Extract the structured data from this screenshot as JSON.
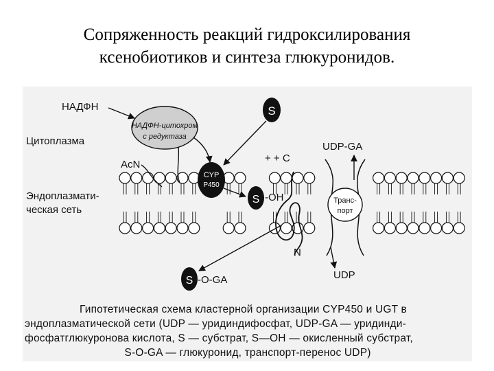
{
  "title": {
    "line1": "Сопряженность реакций гидроксилирования",
    "line2": "ксенобиотиков и синтеза глюкуронидов."
  },
  "diagram": {
    "nadph": "НАДФН",
    "reductase_line1": "НАДФН-цитохром",
    "reductase_line2": "с редуктаза",
    "cytoplasm": "Цитоплазма",
    "er_line1": "Эндоплазмати-",
    "er_line2": "ческая сеть",
    "acn": "AcN",
    "cyp_line1": "CYP",
    "cyp_line2": "P450",
    "substrate": "S",
    "oh": "-OH",
    "plus_c": "+ + C",
    "n": "N",
    "udp_ga": "UDP-GA",
    "transport_line1": "Транс-",
    "transport_line2": "порт",
    "udp": "UDP",
    "s_o_ga": "-O-GA"
  },
  "caption": {
    "line1": "Гипотетическая схема кластерной организации CYP450 и UGT в",
    "line2": "эндоплазматической сети (UDP — уридиндифосфат, UDP-GA — уридинди-",
    "line3": "фосфатглюкуронова кислота, S — субстрат, S—OH — окисленный субстрат,",
    "line4": "S-O-GA — глюкуронид, транспорт-перенос UDP)"
  }
}
